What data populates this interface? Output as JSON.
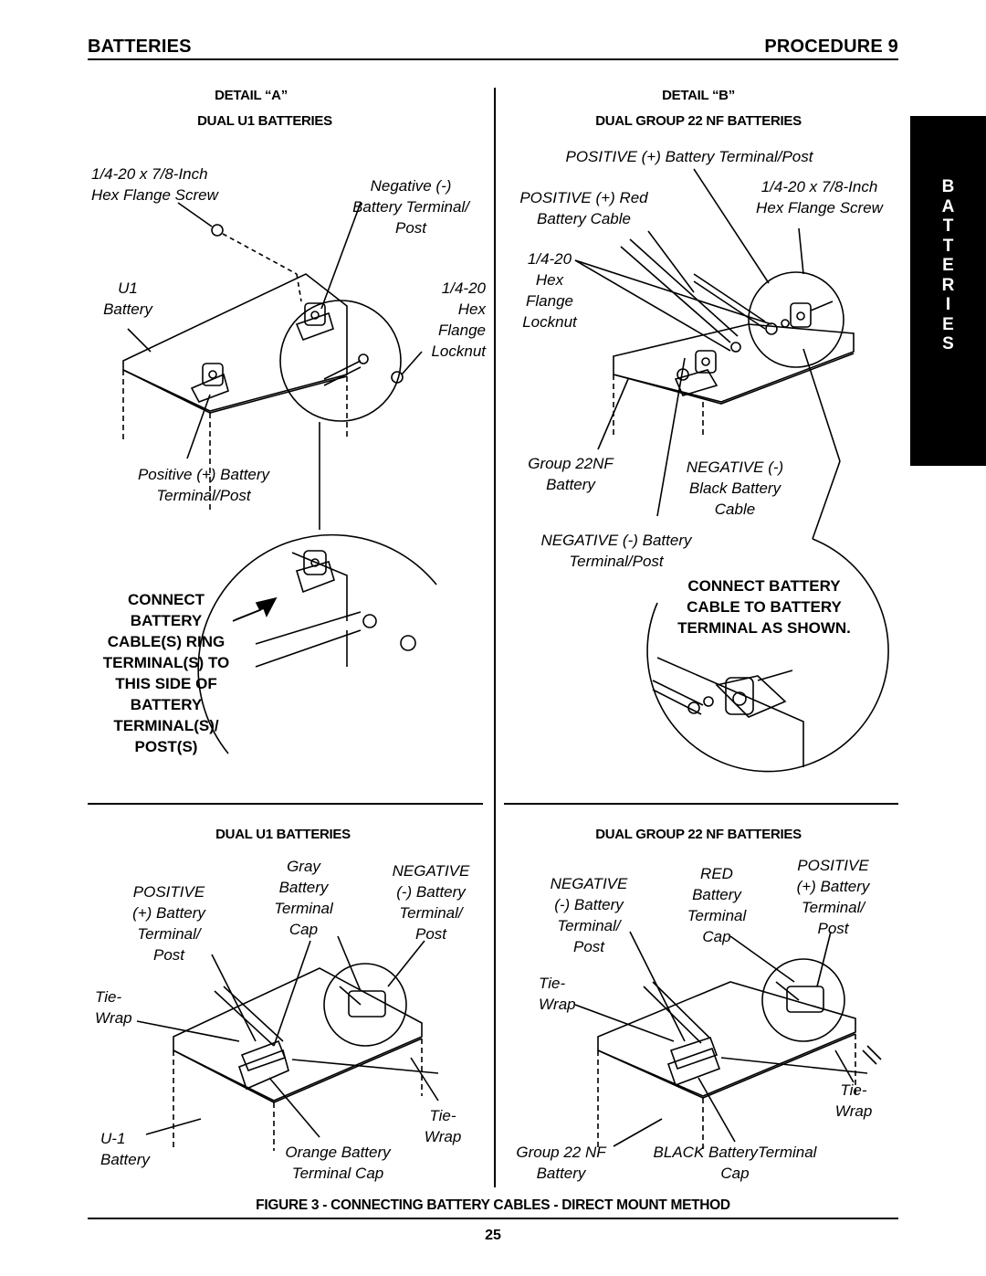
{
  "header": {
    "section": "BATTERIES",
    "procedure": "PROCEDURE 9"
  },
  "side_tab": {
    "letters": "B\nA\nT\nT\nE\nR\nI\nE\nS"
  },
  "detail_a": {
    "title": "DETAIL “A”",
    "subtitle": "DUAL U1 BATTERIES",
    "screw": "1/4-20 x 7/8-Inch\nHex Flange Screw",
    "negative": "Negative (-)\nBattery Terminal/\nPost",
    "battery": "U1\nBattery",
    "locknut": "1/4-20\nHex\nFlange\nLocknut",
    "positive": "Positive (+) Battery\nTerminal/Post",
    "connect_note": "CONNECT\nBATTERY\nCABLE(S) RING\nTERMINAL(S) TO\nTHIS SIDE OF\nBATTERY\nTERMINAL(S)/\nPOST(S)"
  },
  "detail_b": {
    "title": "DETAIL “B”",
    "subtitle": "DUAL GROUP 22 NF BATTERIES",
    "positive_post": "POSITIVE (+) Battery Terminal/Post",
    "red_cable": "POSITIVE (+) Red\nBattery Cable",
    "screw": "1/4-20 x 7/8-Inch\nHex Flange Screw",
    "locknut": "1/4-20\nHex\nFlange\nLocknut",
    "battery": "Group 22NF\nBattery",
    "black_cable": "NEGATIVE (-)\nBlack Battery\nCable",
    "negative_post": "NEGATIVE (-) Battery\nTerminal/Post",
    "connect_note": "CONNECT BATTERY\nCABLE TO BATTERY\nTERMINAL AS SHOWN."
  },
  "bottom_left": {
    "title": "DUAL U1 BATTERIES",
    "gray_cap": "Gray\nBattery\nTerminal\nCap",
    "negative": "NEGATIVE\n(-) Battery\nTerminal/\nPost",
    "positive": "POSITIVE\n(+) Battery\nTerminal/\nPost",
    "tie_wrap_left": "Tie-\nWrap",
    "tie_wrap_right": "Tie-\nWrap",
    "battery": "U-1\nBattery",
    "orange_cap": "Orange Battery\nTerminal Cap"
  },
  "bottom_right": {
    "title": "DUAL GROUP 22 NF BATTERIES",
    "negative": "NEGATIVE\n(-) Battery\nTerminal/\nPost",
    "red_cap": "RED\nBattery\nTerminal\nCap",
    "positive": "POSITIVE\n(+) Battery\nTerminal/\nPost",
    "tie_wrap_left": "Tie-\nWrap",
    "tie_wrap_right": "Tie-\nWrap",
    "battery": "Group 22 NF\nBattery",
    "black_cap": "BLACK BatteryTerminal\nCap"
  },
  "figure_caption": "FIGURE 3 - CONNECTING BATTERY CABLES - DIRECT MOUNT METHOD",
  "page_number": "25"
}
